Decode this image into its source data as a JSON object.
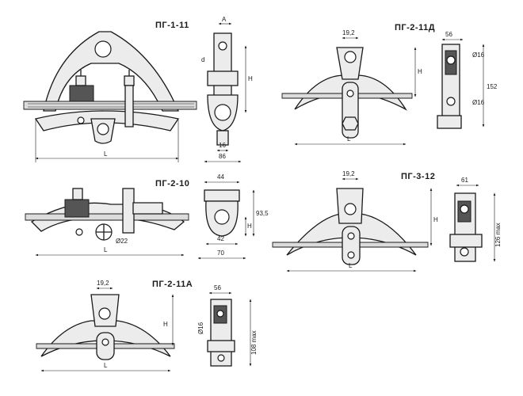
{
  "figures": [
    {
      "title": "ПГ-1-11",
      "front_labels": [
        "L"
      ],
      "side_labels": [
        "A",
        "d",
        "H",
        "16",
        "86"
      ]
    },
    {
      "title": "ПГ-2-11Д",
      "front_labels": [
        "19,2",
        "H",
        "L"
      ],
      "side_labels": [
        "56",
        "Ø16",
        "Ø16",
        "152"
      ]
    },
    {
      "title": "ПГ-2-10",
      "front_labels": [
        "Ø22",
        "L"
      ],
      "side_labels": [
        "44",
        "93,5",
        "H",
        "42",
        "70"
      ]
    },
    {
      "title": "ПГ-3-12",
      "front_labels": [
        "19,2",
        "H",
        "L"
      ],
      "side_labels": [
        "61",
        "126 max"
      ]
    },
    {
      "title": "ПГ-2-11А",
      "front_labels": [
        "19,2",
        "H",
        "L"
      ],
      "side_labels": [
        "56",
        "Ø16",
        "108 max"
      ]
    }
  ]
}
